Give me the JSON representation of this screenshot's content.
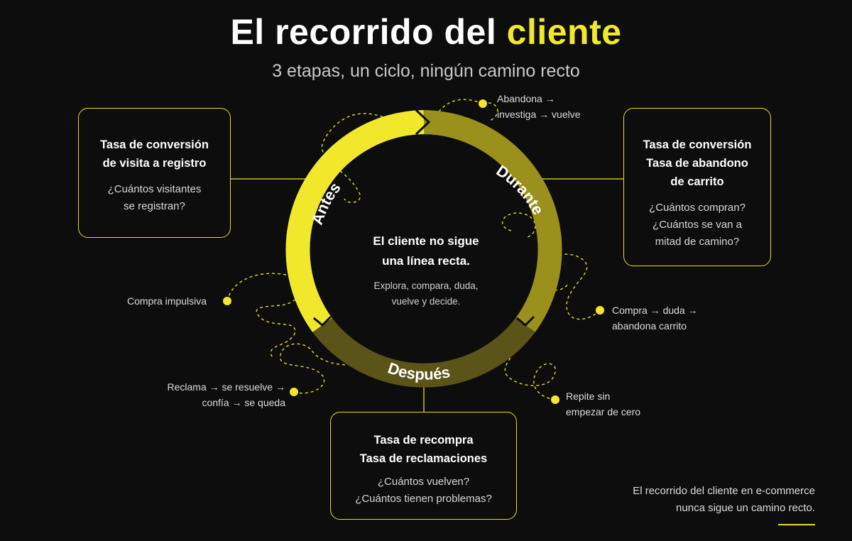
{
  "header": {
    "title_main": "El recorrido del",
    "title_accent": "cliente",
    "subtitle": "3 etapas, un ciclo, ningún camino recto"
  },
  "stages": {
    "before": "Antes",
    "during": "Durante",
    "after": "Después"
  },
  "center": {
    "line1": "El cliente no sigue",
    "line2": "una línea recta.",
    "text1": "Explora, compara, duda,",
    "text2": "vuelve y decide."
  },
  "boxes": {
    "left": {
      "h1": "Tasa de conversión",
      "h2": "de visita a registro",
      "q1": "¿Cuántos visitantes",
      "q2": "se registran?"
    },
    "right": {
      "h1": "Tasa de conversión",
      "h2": "Tasa de abandono",
      "h3": "de carrito",
      "q1": "¿Cuántos compran?",
      "q2": "¿Cuántos se van a",
      "q3": "mitad de camino?"
    },
    "bottom": {
      "h1": "Tasa de recompra",
      "h2": "Tasa de reclamaciones",
      "q1": "¿Cuántos vuelven?",
      "q2": "¿Cuántos tienen problemas?"
    }
  },
  "notes": {
    "top_right_1": "Abandona →",
    "top_right_2": "investiga → vuelve",
    "left": "Compra impulsiva",
    "right_1": "Compra → duda →",
    "right_2": "abandona carrito",
    "bottom_left_1": "Reclama → se resuelve →",
    "bottom_left_2": "confía → se queda",
    "bottom_right_1": "Repite sin",
    "bottom_right_2": "empezar de cero"
  },
  "footer": {
    "line1": "El recorrido del cliente en e-commerce",
    "line2": "nunca sigue un camino recto."
  },
  "colors": {
    "accent": "#f2e82b",
    "during_ring": "#9a901c",
    "after_ring": "#5a5418",
    "background": "#0d0d0d"
  }
}
